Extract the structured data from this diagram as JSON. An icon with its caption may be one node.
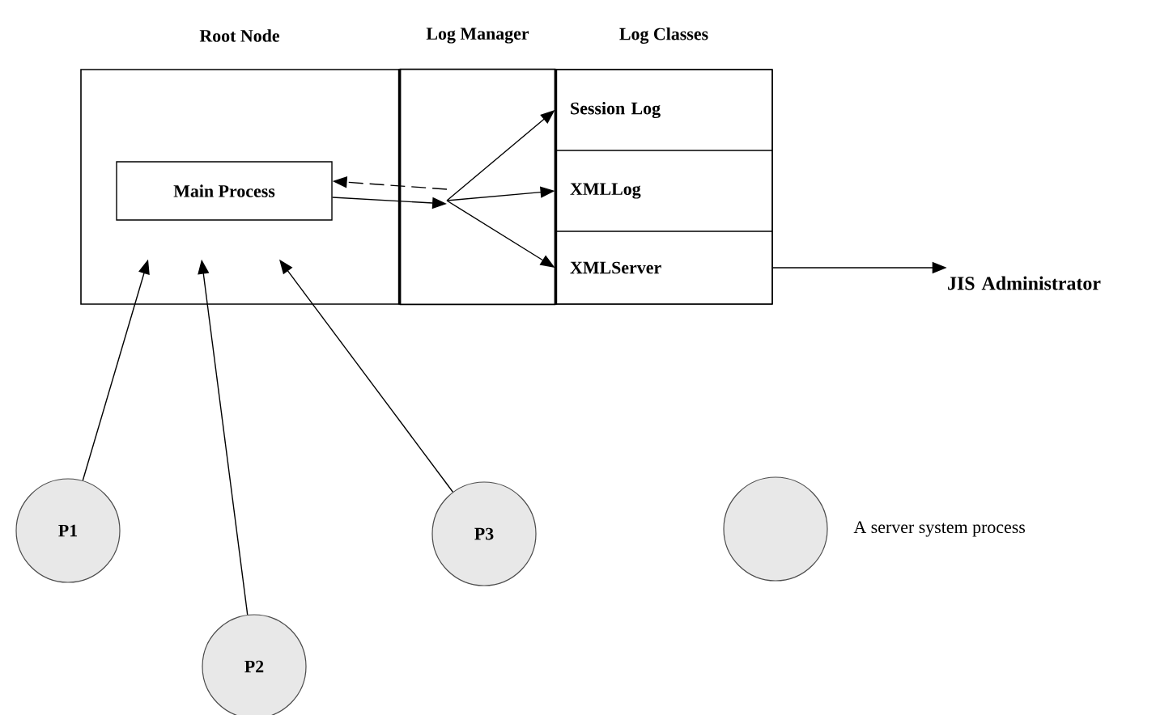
{
  "diagram": {
    "nodes": [
      {
        "text": [
          "Root Node"
        ]
      },
      {
        "text": [
          "Main Process"
        ],
        "in": 0
      },
      {
        "text": [
          "Log Manager"
        ]
      },
      {
        "text": [
          "Log Classes"
        ]
      },
      {
        "text": [
          "Session Log"
        ],
        "in": 3
      },
      {
        "text": [
          "XMLLog"
        ],
        "in": 3
      },
      {
        "text": [
          "XMLServer"
        ],
        "in": 3
      },
      {
        "text": [
          "JIS Administrator"
        ]
      },
      {
        "text": [
          "P1"
        ]
      },
      {
        "text": [
          "P2"
        ]
      },
      {
        "text": [
          "P3"
        ]
      }
    ],
    "edges": [
      {
        "from": 1,
        "to": 2,
        "arrow": "to"
      },
      {
        "from": 2,
        "to": 1,
        "arrow": "to",
        "style": "dashed"
      },
      {
        "from": 2,
        "to": 4,
        "arrow": "to"
      },
      {
        "from": 2,
        "to": 5,
        "arrow": "to"
      },
      {
        "from": 2,
        "to": 6,
        "arrow": "to"
      },
      {
        "from": 6,
        "to": 7,
        "arrow": "to"
      },
      {
        "from": 8,
        "to": 1,
        "arrow": "to"
      },
      {
        "from": 9,
        "to": 1,
        "arrow": "to"
      },
      {
        "from": 10,
        "to": 1,
        "arrow": "to"
      }
    ],
    "legend": [
      {
        "text": "A server system process"
      }
    ]
  }
}
